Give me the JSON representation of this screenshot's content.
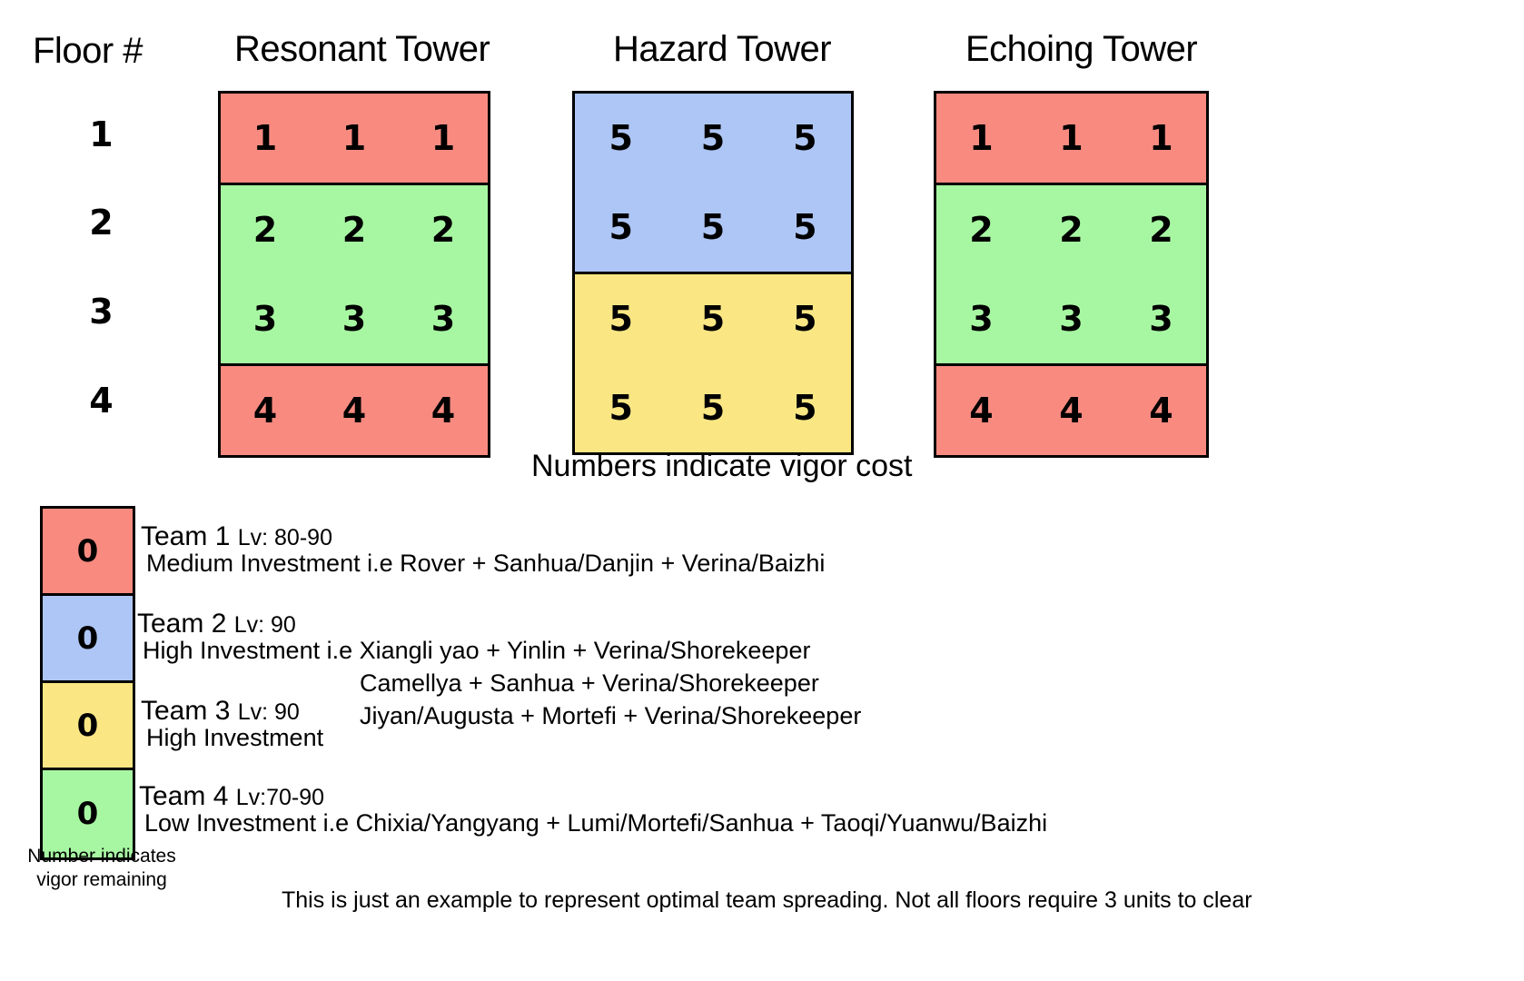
{
  "headers": {
    "floor_label": "Floor #",
    "towers": [
      "Resonant Tower",
      "Hazard Tower",
      "Echoing Tower"
    ]
  },
  "floors": [
    "1",
    "2",
    "3",
    "4"
  ],
  "colors": {
    "team1_red": "#F98A80",
    "team2_blue": "#AEC6F5",
    "team3_yellow": "#FAE784",
    "team4_green": "#A7F7A2",
    "border": "#000000",
    "background": "#FFFFFF"
  },
  "towers": [
    {
      "name": "Resonant Tower",
      "bands": [
        {
          "color": "#F98A80",
          "rows": [
            [
              "1",
              "1",
              "1"
            ]
          ]
        },
        {
          "color": "#A7F7A2",
          "rows": [
            [
              "2",
              "2",
              "2"
            ],
            [
              "3",
              "3",
              "3"
            ]
          ]
        },
        {
          "color": "#F98A80",
          "rows": [
            [
              "4",
              "4",
              "4"
            ]
          ]
        }
      ]
    },
    {
      "name": "Hazard Tower",
      "bands": [
        {
          "color": "#AEC6F5",
          "rows": [
            [
              "5",
              "5",
              "5"
            ],
            [
              "5",
              "5",
              "5"
            ]
          ]
        },
        {
          "color": "#FAE784",
          "rows": [
            [
              "5",
              "5",
              "5"
            ],
            [
              "5",
              "5",
              "5"
            ]
          ]
        }
      ]
    },
    {
      "name": "Echoing Tower",
      "bands": [
        {
          "color": "#F98A80",
          "rows": [
            [
              "1",
              "1",
              "1"
            ]
          ]
        },
        {
          "color": "#A7F7A2",
          "rows": [
            [
              "2",
              "2",
              "2"
            ],
            [
              "3",
              "3",
              "3"
            ]
          ]
        },
        {
          "color": "#F98A80",
          "rows": [
            [
              "4",
              "4",
              "4"
            ]
          ]
        }
      ]
    }
  ],
  "vigor_caption": "Numbers indicate vigor cost",
  "legend": {
    "swatches": [
      {
        "color": "#F98A80",
        "value": "0"
      },
      {
        "color": "#AEC6F5",
        "value": "0"
      },
      {
        "color": "#FAE784",
        "value": "0"
      },
      {
        "color": "#A7F7A2",
        "value": "0"
      }
    ],
    "teams": [
      {
        "name": "Team 1",
        "level": "Lv: 80-90",
        "description": "Medium Investment i.e Rover + Sanhua/Danjin + Verina/Baizhi"
      },
      {
        "name": "Team 2",
        "level": "Lv: 90",
        "description": "High Investment i.e Xiangli yao + Yinlin + Verina/Shorekeeper"
      },
      {
        "name": "Team 3",
        "level": "Lv: 90",
        "description": "High Investment"
      },
      {
        "name": "Team 4",
        "level": "Lv:70-90",
        "description": "Low Investment i.e Chixia/Yangyang + Lumi/Mortefi/Sanhua + Taoqi/Yuanwu/Baizhi"
      }
    ],
    "extra_team_lines": [
      "Camellya + Sanhua + Verina/Shorekeeper",
      "Jiyan/Augusta + Mortefi + Verina/Shorekeeper"
    ],
    "vigor_remaining_note_line1": "Number indicates",
    "vigor_remaining_note_line2": "vigor remaining"
  },
  "footer_note": "This is just an example to represent optimal team spreading. Not all floors require 3 units to clear"
}
